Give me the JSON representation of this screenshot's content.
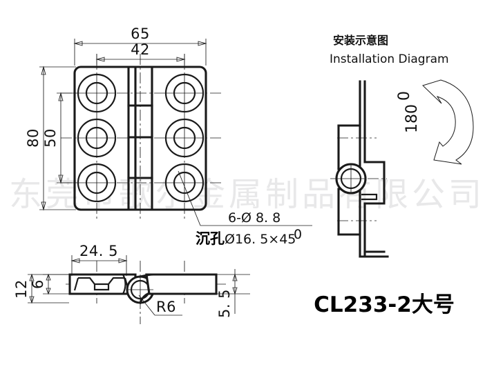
{
  "document": {
    "type": "technical-drawing",
    "background_color": "#ffffff",
    "line_color": "#1a1a1a"
  },
  "watermark": {
    "text": "东莞市歌尔金属制品有限公司",
    "color": "rgba(120,120,125,0.17)"
  },
  "front_view": {
    "dimensions": {
      "overall_width": "65",
      "hole_spacing_width": "42",
      "overall_height": "80",
      "hole_spacing_height": "50"
    },
    "hole_note_line1": "6-Ø 8. 8",
    "hole_note_line2_cjk": "沉孔",
    "hole_note_line2": "Ø16. 5×45",
    "hole_note_degree": "0"
  },
  "side_view": {
    "dimensions": {
      "leaf_width": "24. 5",
      "total_thickness": "12",
      "leaf_thickness": "6",
      "offset": "5. 5",
      "knuckle_radius": "R6"
    }
  },
  "installation_diagram": {
    "title_cjk": "安装示意图",
    "title_en": "Installation Diagram",
    "rotation_label": "180",
    "rotation_degree": "0"
  },
  "model": {
    "label": "CL233-2大号"
  }
}
